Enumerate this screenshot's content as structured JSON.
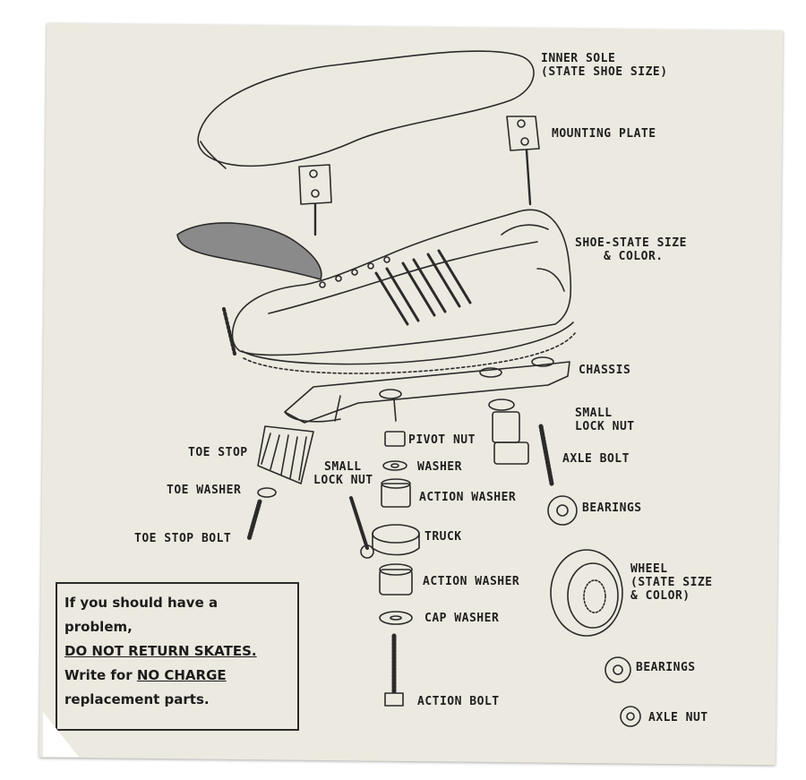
{
  "labels": {
    "inner_sole": {
      "line1": "INNER SOLE",
      "line2": "(STATE SHOE SIZE)"
    },
    "mounting_plate": "MOUNTING PLATE",
    "shoe": {
      "line1": "SHOE-STATE SIZE",
      "line2": "& COLOR."
    },
    "chassis": "CHASSIS",
    "small_lock_nut_right": {
      "line1": "SMALL",
      "line2": "LOCK NUT"
    },
    "axle_bolt": "AXLE BOLT",
    "pivot_nut": "PIVOT NUT",
    "washer": "WASHER",
    "small_lock_nut_left": {
      "line1": "SMALL",
      "line2": "LOCK NUT"
    },
    "action_washer_top": "ACTION WASHER",
    "truck": "TRUCK",
    "action_washer_bottom": "ACTION WASHER",
    "cap_washer": "CAP WASHER",
    "action_bolt": "ACTION BOLT",
    "bearings_top": "BEARINGS",
    "wheel": {
      "line1": "WHEEL",
      "line2": "(STATE SIZE",
      "line3": "& COLOR)"
    },
    "bearings_bottom": "BEARINGS",
    "axle_nut": "AXLE NUT",
    "toe_stop": "TOE STOP",
    "toe_washer": "TOE WASHER",
    "toe_stop_bolt": "TOE STOP BOLT"
  },
  "notice": {
    "line1": "If you should have a problem,",
    "line2": "DO NOT RETURN SKATES.",
    "line3_prefix": "Write for ",
    "line3_emph": "NO CHARGE",
    "line4": "replacement parts."
  }
}
